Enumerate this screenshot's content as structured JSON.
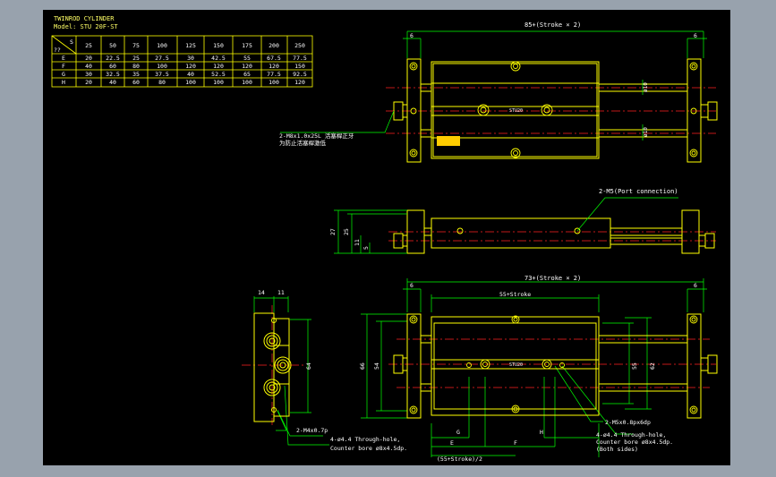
{
  "title": "TWINROD CYLINDER",
  "model": "Model: STU 20F-ST",
  "table": {
    "corner_top": "S",
    "corner_bottom": "??",
    "corner_left": "??",
    "columns": [
      "25",
      "50",
      "75",
      "100",
      "125",
      "150",
      "175",
      "200",
      "250"
    ],
    "rows": [
      {
        "label": "E",
        "values": [
          "20",
          "22.5",
          "25",
          "27.5",
          "30",
          "42.5",
          "55",
          "67.5",
          "77.5"
        ]
      },
      {
        "label": "F",
        "values": [
          "40",
          "60",
          "80",
          "100",
          "120",
          "120",
          "120",
          "120",
          "150"
        ]
      },
      {
        "label": "G",
        "values": [
          "30",
          "32.5",
          "35",
          "37.5",
          "40",
          "52.5",
          "65",
          "77.5",
          "92.5"
        ]
      },
      {
        "label": "H",
        "values": [
          "20",
          "40",
          "60",
          "80",
          "100",
          "100",
          "100",
          "100",
          "120"
        ]
      }
    ]
  },
  "dims": {
    "top_overall": "85+(Stroke × 2)",
    "top_left_six": "6",
    "top_right_six": "6",
    "top_phi_upper": "ø10",
    "top_phi_lower": "ø10",
    "rod_note_1": "2-M8x1.0x25L 活塞桿正牙",
    "rod_note_2": "为防止活塞桿激低",
    "port_label": "2-M5(Port connection)",
    "side_27": "27",
    "side_25": "25",
    "side_11": "11",
    "side_5": "5",
    "bot_overall": "73+(Stroke × 2)",
    "bot_left_six": "6",
    "bot_right_six": "6",
    "bot_stroke": "55+Stroke",
    "bot_66": "66",
    "bot_54": "54",
    "bot_55": "55",
    "bot_62": "62",
    "end_14": "14",
    "end_11": "11",
    "end_64": "64",
    "end_m4": "2-M4x0.7p",
    "end_through_1": "4-ø4.4 Through-hole,",
    "end_through_2": "Counter bore ø8x4.5dp.",
    "m5_note": "2-M5x0.8px6dp",
    "right_through_1": "4-ø4.4 Through-hole,",
    "right_through_2": "Counter bore ø8x4.5dp.",
    "right_through_3": "(Both sides)",
    "g": "G",
    "h": "H",
    "e": "E",
    "f": "F",
    "half": "(55+Stroke)/2",
    "body_mark": "STU20",
    "body_mark2": "STU20"
  }
}
